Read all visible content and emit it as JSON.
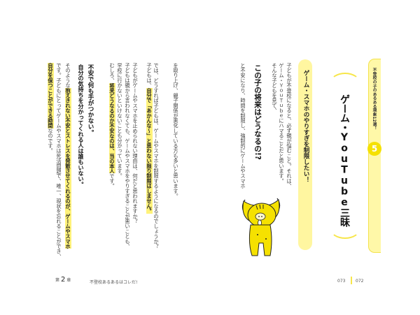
{
  "tab": {
    "series_label": "不登校の子のあるある現象12選！",
    "number": "5"
  },
  "title": "ゲーム・YouTube三昧",
  "subtitle_bar": "ゲーム・スマホのやりすぎを制限したい！",
  "lines": [
    "子どもが不登校になると、必ず親が悩むこと。それは、",
    "ゲーム・ＹｏｕＴｕｂｅにハマることだと思います。",
    "そんな子どもを見て、",
    "と不安になり、時間を制限し、強制的にゲームやスマホ",
    "を取り上げ、親子関係が悪化している方も多いと思います。",
    "では、どうすれば子どもは、ゲームやスマホを制限するようになるのでしょうか？",
    [
      "子どもは、",
      "自分で「あかんな〜」と思わない限り制限はしません。"
    ],
    "子どもがゲームやスマホを止められない理由は、何だと思われますか？",
    "子どもは親から言われなくても、ゲームやスマホをやりすぎることが悪いことも、",
    "学校に行かないといけないことも分かっています。",
    [
      "むしろ、",
      "将来どうなるのか不安なのは、当の本人",
      "です。"
    ],
    [
      "そのような",
      "抱えきれない不安とストレスを発散させてくれるのが、ゲームやスマホ"
    ],
    "です。子どもにとってゲームやスマホは死活問題で、唯一、現状を忘れることができ、",
    [
      "自分を保つことができる時間",
      "なのです。"
    ]
  ],
  "headings": [
    "この子の将来はどうなるの!?",
    "不安で何も手がつかない。",
    "自分の気持ちを分かってくれる人は誰もいない。"
  ],
  "footer": {
    "chapter_prefix": "第",
    "chapter_number": "2",
    "chapter_suffix": "章",
    "chapter_title": "不登校あるあるはコレだ!",
    "page_right": "073",
    "page_left": "072"
  },
  "colors": {
    "accent": "#f5e100",
    "highlight": "#fff27a",
    "bar": "#fff6a0"
  }
}
